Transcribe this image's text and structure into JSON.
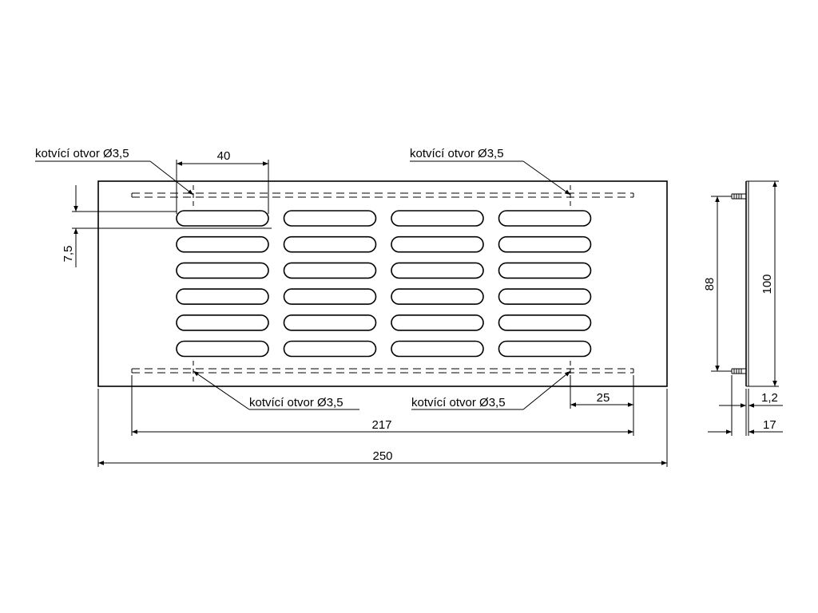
{
  "drawing": {
    "anchor_label": "kotvící otvor Ø3,5",
    "slot_pitch_label": "40",
    "offset_label": "7,5",
    "edge_offset_label": "25",
    "hole_spacing_label": "217",
    "total_length_label": "250",
    "inner_height_label": "88",
    "total_height_label": "100",
    "thickness_label": "1,2",
    "depth_label": "17",
    "slot_columns": 4,
    "slot_rows": 6
  }
}
